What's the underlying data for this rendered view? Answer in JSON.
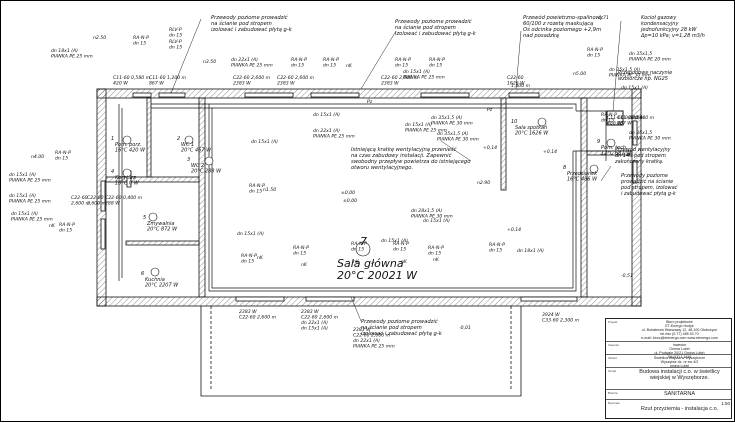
{
  "title_block": {
    "designer_lines": [
      "Biuro projektowe",
      "ET-Energo Hudyk",
      "ul. Bohaterów Warszawy 12, 48-100 Głubczyce",
      "tel./fax (0-77) 485 53 70",
      "e-mail: biuro@etenergo.com   www.etenergo.com"
    ],
    "client_lines": [
      "Inwestor",
      "Gmina Lubiń",
      "ul. Podwale 20/21 Gmina Lubiń",
      "Tel (17) 1 1110"
    ],
    "object_lines": [
      "Świetlica wiejska w Wyszęborze",
      "Wyszębór dz. nr ew 4/2",
      "gmina Lubiń"
    ],
    "project_title": "Budowa instalacji c.o. w świetlicy wiejskiej w Wyszęborze.",
    "branch": "SANITARNA",
    "drawing_title": "Rzut przyziemia - instalacja c.o.",
    "scale": "1:50"
  },
  "rooms": [
    {
      "num": "1",
      "name": "Pom. porz.",
      "temp": "16°C 420 W"
    },
    {
      "num": "2",
      "name": "WC 1",
      "temp": "20°C 467 W"
    },
    {
      "num": "3",
      "name": "WC 2",
      "temp": "20°C 288 W"
    },
    {
      "num": "4",
      "name": "Korytarz",
      "temp": "16°C 0 W"
    },
    {
      "num": "5",
      "name": "Zmywalnia",
      "temp": "20°C 872 W"
    },
    {
      "num": "6",
      "name": "Kuchnia",
      "temp": "20°C 2207 W"
    },
    {
      "num": "7",
      "name": "Sala główna",
      "temp": "20°C 20021 W"
    },
    {
      "num": "8",
      "name": "Przedsionek",
      "temp": "16°C 486 W"
    },
    {
      "num": "9",
      "name": "Pom. tech.",
      "temp": "12°C 687 W"
    },
    {
      "num": "10",
      "name": "Sala spotkań",
      "temp": "20°C 1626 W"
    }
  ],
  "notes": [
    {
      "lines": [
        "Przewody poziome prowadzić",
        "na ścianie pod stropem",
        "izolować i zabudować płytą g-k"
      ]
    },
    {
      "lines": [
        "Przewody poziome prowadzić",
        "na ścianie pod stropem",
        "izolować i zabudować płytą g-k"
      ]
    },
    {
      "lines": [
        "Przewód powietrzno-spalinowy",
        "60/100 z rozetą maskującą",
        "Oś odcinka poziomego +2,9m",
        "nad posadzką"
      ]
    },
    {
      "lines": [
        "Kocioł gazowy",
        "kondensacyjny",
        "jednofunkcyjny 28 kW",
        "Δp=10 kPa; v=1,28 m3/h"
      ]
    },
    {
      "lines": [
        "Przeponowe naczynie",
        "wzbiorcze np. NG25"
      ]
    },
    {
      "lines": [
        "Istniejącą kratkę wentylacyjną przenieść",
        "na czas zabudowy instalacji. Zapewnić",
        "swobodny przepływ powietrza do istniejącego",
        "otworu wentylacyjnego."
      ]
    },
    {
      "lines": [
        "Przewód wentylacyjny",
        "dn 140 pod stropem",
        "zakończony kratką."
      ]
    },
    {
      "lines": [
        "Przewody poziome",
        "prowadzić na ścianie",
        "pod stropem, izolować",
        "i zabudować płytą g-k"
      ]
    },
    {
      "lines": [
        "Przewody poziome prowadzić",
        "na ścianie pod stropem",
        "izolować i zabudować płytą g-k"
      ]
    }
  ],
  "labels": [
    {
      "lines": [
        "n2.50"
      ]
    },
    {
      "lines": [
        "RA-N-P",
        "dn 15"
      ]
    },
    {
      "lines": [
        "RLV-P",
        "dn 15"
      ]
    },
    {
      "lines": [
        "RLV-P",
        "dn 15"
      ]
    },
    {
      "lines": [
        "n3.50"
      ]
    },
    {
      "lines": [
        "dn 18x1 (A)",
        "PIANKA PE  25 mm"
      ]
    },
    {
      "lines": [
        "C11-60  0,580 m",
        "420 W"
      ]
    },
    {
      "lines": [
        "C11-60  1,200 m",
        "867 W"
      ]
    },
    {
      "lines": [
        "dn 22x1 (A)",
        "PIANKA PE  25 mm"
      ]
    },
    {
      "lines": [
        "C22-60  2,600 m",
        "2383 W"
      ]
    },
    {
      "lines": [
        "RA-N-P",
        "dn 15"
      ]
    },
    {
      "lines": [
        "C22-60  2,600 m",
        "2383 W"
      ]
    },
    {
      "lines": [
        "RA-N-P",
        "dn 15"
      ]
    },
    {
      "lines": [
        "nK"
      ]
    },
    {
      "lines": [
        "RA-N-P",
        "dn 15"
      ]
    },
    {
      "lines": [
        "C22-60  2,600 m",
        "2383 W"
      ]
    },
    {
      "lines": [
        "RA-N-P",
        "dn 15"
      ]
    },
    {
      "lines": [
        "dn 15x1 (A)",
        "PIANKA PE  25 mm"
      ]
    },
    {
      "lines": [
        "C22-60",
        "1626 W"
      ]
    },
    {
      "lines": [
        "1,400 m"
      ]
    },
    {
      "lines": [
        "-0,71"
      ]
    },
    {
      "lines": [
        "RA-N-P",
        "dn 15"
      ]
    },
    {
      "lines": [
        "n5.00"
      ]
    },
    {
      "lines": [
        "dn 35x1,5 (A)",
        "PIANKA PE  30 mm"
      ]
    },
    {
      "lines": [
        "dn 35x1,5",
        "PIANKA PE  20 mm"
      ]
    },
    {
      "lines": [
        "dn 15x1 (A)"
      ]
    },
    {
      "lines": [
        "RA-N-P",
        "dn 15"
      ]
    },
    {
      "lines": [
        "n3.00"
      ]
    },
    {
      "lines": [
        "dn 35x1,5",
        "PIANKA PE  30 mm"
      ]
    },
    {
      "lines": [
        "Pz"
      ]
    },
    {
      "lines": [
        "dn 15x1 (A)"
      ]
    },
    {
      "lines": [
        "dn 22x1 (A)",
        "PIANKA PE  25 mm"
      ]
    },
    {
      "lines": [
        "dn 15x1 (A)",
        "PIANKA PE  25 mm"
      ]
    },
    {
      "lines": [
        "dn 35x1,5 (A)",
        "PIANKA PE  30 mm"
      ]
    },
    {
      "lines": [
        "dn 35x1,5 (A)",
        "PIANKA PE  30 mm"
      ]
    },
    {
      "lines": [
        "Pz"
      ]
    },
    {
      "lines": [
        "+0,14"
      ]
    },
    {
      "lines": [
        "+0,14"
      ]
    },
    {
      "lines": [
        "dn 15x1 (A)"
      ]
    },
    {
      "lines": [
        "n4.00"
      ]
    },
    {
      "lines": [
        "RA-N-P",
        "dn 15"
      ]
    },
    {
      "lines": [
        "dn 15x1 (A)",
        "PIANKA PE  25 mm"
      ]
    },
    {
      "lines": [
        "dn 15x1 (A)",
        "PIANKA PE  25 mm"
      ]
    },
    {
      "lines": [
        "dn 15x1 (A)",
        "PIANKA PE  25 mm"
      ]
    },
    {
      "lines": [
        "nK"
      ]
    },
    {
      "lines": [
        "RA-N-P",
        "dn 15"
      ]
    },
    {
      "lines": [
        "C22-60",
        "2,600 m"
      ]
    },
    {
      "lines": [
        "C22-60",
        "2,600 m"
      ]
    },
    {
      "lines": [
        "C22-60  0,400 m",
        "288 W"
      ]
    },
    {
      "lines": [
        "RA-N-P",
        "dn 15"
      ]
    },
    {
      "lines": [
        "n1.50"
      ]
    },
    {
      "lines": [
        "±0,00"
      ]
    },
    {
      "lines": [
        "±0,00"
      ]
    },
    {
      "lines": [
        "n2.90"
      ]
    },
    {
      "lines": [
        "C11-60  0,500 m",
        "486 W"
      ]
    },
    {
      "lines": [
        "C11-60  0,600 m",
        "687 W"
      ]
    },
    {
      "lines": [
        "dn 28x1,5 (A)",
        "PIANKA PE  30 mm"
      ]
    },
    {
      "lines": [
        "dn 15x1 (A)"
      ]
    },
    {
      "lines": [
        "+0,14"
      ]
    },
    {
      "lines": [
        "dn 15x1 (A)"
      ]
    },
    {
      "lines": [
        "dn 15x1 (A)"
      ]
    },
    {
      "lines": [
        "dn 18x1 (A)"
      ]
    },
    {
      "lines": [
        "RA-N-P",
        "dn 15"
      ]
    },
    {
      "lines": [
        "RA-N-P",
        "dn 15"
      ]
    },
    {
      "lines": [
        "RA-N-P",
        "dn 15"
      ]
    },
    {
      "lines": [
        "RA-N-P",
        "dn 15"
      ]
    },
    {
      "lines": [
        "RA-N-P",
        "dn 15"
      ]
    },
    {
      "lines": [
        "RA-N-P",
        "dn 15"
      ]
    },
    {
      "lines": [
        "nK"
      ]
    },
    {
      "lines": [
        "nK"
      ]
    },
    {
      "lines": [
        "nK"
      ]
    },
    {
      "lines": [
        "nK"
      ]
    },
    {
      "lines": [
        "nK"
      ]
    },
    {
      "lines": [
        "-0,51"
      ]
    },
    {
      "lines": [
        "2383 W",
        "C22-60  2,600 m"
      ]
    },
    {
      "lines": [
        "2383 W",
        "C22-60  2,600 m",
        "dn 22x1 (A)",
        "dn 15x1 (A)"
      ]
    },
    {
      "lines": [
        "2383 W",
        "C22-60  2,600 m",
        "dn 22x1 (A)",
        "PIANKA PE  25 mm"
      ]
    },
    {
      "lines": [
        "-0,01"
      ]
    },
    {
      "lines": [
        "3924 W",
        "C33-60  2,300 m"
      ]
    }
  ]
}
